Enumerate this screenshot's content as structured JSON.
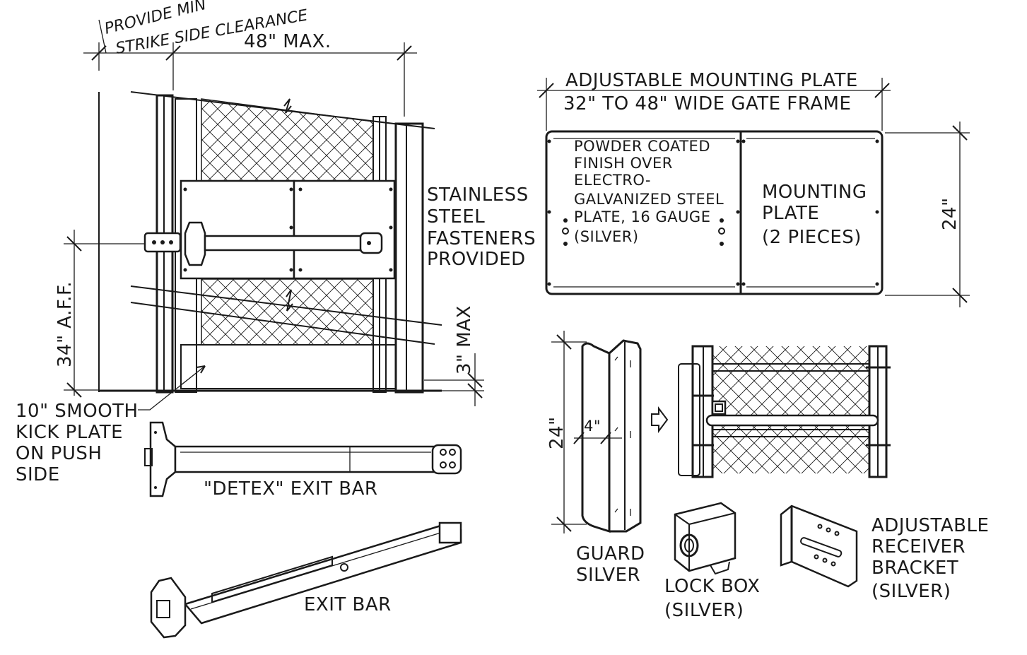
{
  "notes": {
    "handwritten_line1": "PROVIDE MIN",
    "handwritten_line2": "STRIKE SIDE CLEARANCE"
  },
  "gate_elevation": {
    "width_dim": "48\" MAX.",
    "height_dim": "34\" A.F.F.",
    "gap_dim": "3\" MAX",
    "fasteners_line1": "STAINLESS",
    "fasteners_line2": "STEEL",
    "fasteners_line3": "FASTENERS",
    "fasteners_line4": "PROVIDED",
    "kick_line1": "10\" SMOOTH",
    "kick_line2": "KICK PLATE",
    "kick_line3": "ON PUSH",
    "kick_line4": "SIDE"
  },
  "exit_bars": {
    "detex_label": "\"DETEX\" EXIT BAR",
    "exit_label": "EXIT BAR"
  },
  "mounting_plate": {
    "title_line1": "ADJUSTABLE MOUNTING PLATE",
    "title_line2": "32\" TO 48\" WIDE GATE FRAME",
    "height_dim": "24\"",
    "finish_line1": "POWDER COATED",
    "finish_line2": "FINISH OVER",
    "finish_line3": "ELECTRO-",
    "finish_line4": "GALVANIZED STEEL",
    "finish_line5": "PLATE, 16 GAUGE",
    "finish_line6": "(SILVER)",
    "pieces_line1": "MOUNTING",
    "pieces_line2": "PLATE",
    "pieces_line3": "(2 PIECES)"
  },
  "guard": {
    "height_dim": "24\"",
    "width_dim": "4\"",
    "label_line1": "GUARD",
    "label_line2": "SILVER"
  },
  "lock_box": {
    "label_line1": "LOCK BOX",
    "label_line2": "(SILVER)"
  },
  "bracket": {
    "label_line1": "ADJUSTABLE",
    "label_line2": "RECEIVER",
    "label_line3": "BRACKET",
    "label_line4": "(SILVER)"
  }
}
